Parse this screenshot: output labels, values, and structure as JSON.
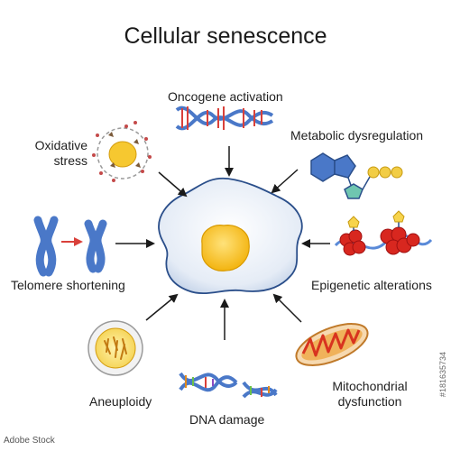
{
  "title": "Cellular senescence",
  "center": {
    "label": ""
  },
  "causes": [
    {
      "id": "oncogene",
      "label": "Oncogene activation"
    },
    {
      "id": "metabolic",
      "label": "Metabolic dysregulation"
    },
    {
      "id": "oxidative",
      "label_line1": "Oxidative",
      "label_line2": "stress"
    },
    {
      "id": "telomere",
      "label": "Telomere shortening"
    },
    {
      "id": "epigenetic",
      "label": "Epigenetic alterations"
    },
    {
      "id": "aneuploidy",
      "label": "Aneuploidy"
    },
    {
      "id": "dna",
      "label": "DNA damage"
    },
    {
      "id": "mito",
      "label_line1": "Mitochondrial",
      "label_line2": "dysfunction"
    }
  ],
  "watermark": {
    "source": "Adobe Stock",
    "id": "#181635734"
  },
  "colors": {
    "cell_fill": "#e8eef7",
    "cell_stroke": "#2a4e8a",
    "nucleus": "#f7c51c",
    "arrow": "#1a1a1a",
    "dna_red": "#d9403a",
    "dna_blue": "#5a8ad8",
    "mito": "#d8331f"
  }
}
